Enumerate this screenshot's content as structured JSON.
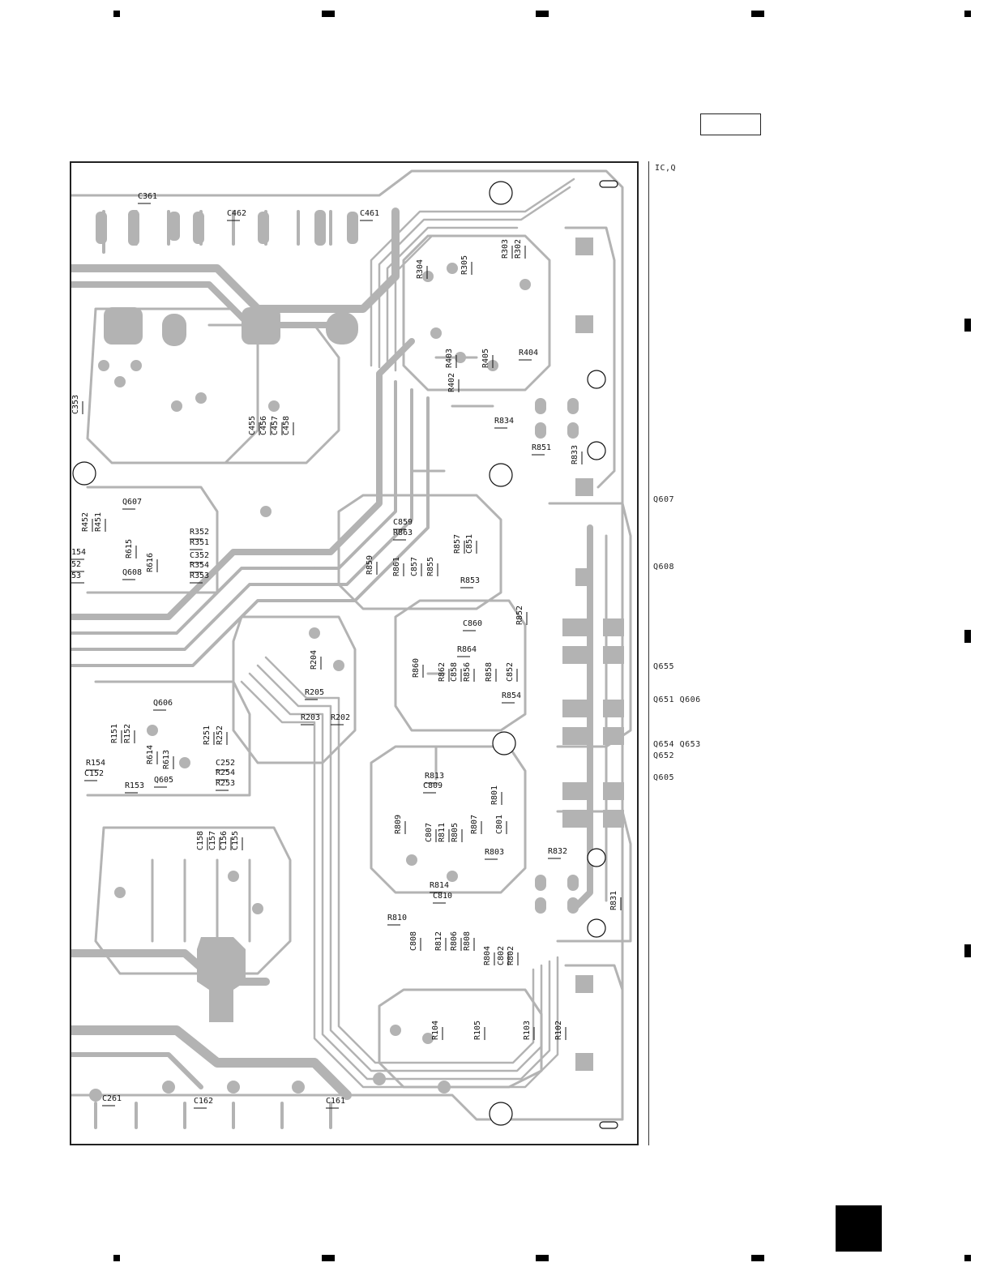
{
  "side_labels": {
    "ic_q": "IC,Q",
    "q607": "Q607",
    "q608": "Q608",
    "q655": "Q655",
    "q651_q606": "Q651  Q606",
    "q654_q653": "Q654  Q653",
    "q652": "Q652",
    "q605": "Q605"
  },
  "components": [
    {
      "ref": "C361"
    },
    {
      "ref": "C462"
    },
    {
      "ref": "C461"
    },
    {
      "ref": "R304"
    },
    {
      "ref": "R305"
    },
    {
      "ref": "R303"
    },
    {
      "ref": "R302"
    },
    {
      "ref": "R403"
    },
    {
      "ref": "R405"
    },
    {
      "ref": "R404"
    },
    {
      "ref": "R402"
    },
    {
      "ref": "R834"
    },
    {
      "ref": "R851"
    },
    {
      "ref": "R833"
    },
    {
      "ref": "C455"
    },
    {
      "ref": "C456"
    },
    {
      "ref": "C457"
    },
    {
      "ref": "C458"
    },
    {
      "ref": "R452"
    },
    {
      "ref": "R451"
    },
    {
      "ref": "Q607"
    },
    {
      "ref": "R615"
    },
    {
      "ref": "R616"
    },
    {
      "ref": "Q608"
    },
    {
      "ref": "R352"
    },
    {
      "ref": "R351"
    },
    {
      "ref": "C352"
    },
    {
      "ref": "R354"
    },
    {
      "ref": "R353"
    },
    {
      "ref": "C859"
    },
    {
      "ref": "R863"
    },
    {
      "ref": "R859"
    },
    {
      "ref": "R861"
    },
    {
      "ref": "C857"
    },
    {
      "ref": "R855"
    },
    {
      "ref": "R857"
    },
    {
      "ref": "C851"
    },
    {
      "ref": "R853"
    },
    {
      "ref": "R852"
    },
    {
      "ref": "C860"
    },
    {
      "ref": "R864"
    },
    {
      "ref": "R860"
    },
    {
      "ref": "R862"
    },
    {
      "ref": "C858"
    },
    {
      "ref": "R856"
    },
    {
      "ref": "R858"
    },
    {
      "ref": "C852"
    },
    {
      "ref": "R854"
    },
    {
      "ref": "R204"
    },
    {
      "ref": "R205"
    },
    {
      "ref": "R203"
    },
    {
      "ref": "R202"
    },
    {
      "ref": "R151"
    },
    {
      "ref": "R152"
    },
    {
      "ref": "Q606"
    },
    {
      "ref": "R251"
    },
    {
      "ref": "R252"
    },
    {
      "ref": "R614"
    },
    {
      "ref": "R613"
    },
    {
      "ref": "R154"
    },
    {
      "ref": "C152"
    },
    {
      "ref": "R153"
    },
    {
      "ref": "Q605"
    },
    {
      "ref": "C252"
    },
    {
      "ref": "R254"
    },
    {
      "ref": "R253"
    },
    {
      "ref": "C158"
    },
    {
      "ref": "C157"
    },
    {
      "ref": "C156"
    },
    {
      "ref": "C155"
    },
    {
      "ref": "R813"
    },
    {
      "ref": "C809"
    },
    {
      "ref": "R801"
    },
    {
      "ref": "R809"
    },
    {
      "ref": "C807"
    },
    {
      "ref": "R811"
    },
    {
      "ref": "R805"
    },
    {
      "ref": "R807"
    },
    {
      "ref": "C801"
    },
    {
      "ref": "R803"
    },
    {
      "ref": "R832"
    },
    {
      "ref": "R814"
    },
    {
      "ref": "C810"
    },
    {
      "ref": "R831"
    },
    {
      "ref": "R810"
    },
    {
      "ref": "C808"
    },
    {
      "ref": "R812"
    },
    {
      "ref": "R806"
    },
    {
      "ref": "R808"
    },
    {
      "ref": "R804"
    },
    {
      "ref": "C802"
    },
    {
      "ref": "R802"
    },
    {
      "ref": "R104"
    },
    {
      "ref": "R105"
    },
    {
      "ref": "R103"
    },
    {
      "ref": "R102"
    },
    {
      "ref": "C261"
    },
    {
      "ref": "C162"
    },
    {
      "ref": "C161"
    },
    {
      "ref": "C353"
    },
    {
      "ref": "154"
    },
    {
      "ref": "52"
    },
    {
      "ref": "53"
    }
  ],
  "colors": {
    "trace": "#b3b3b3",
    "ink": "#111111"
  }
}
